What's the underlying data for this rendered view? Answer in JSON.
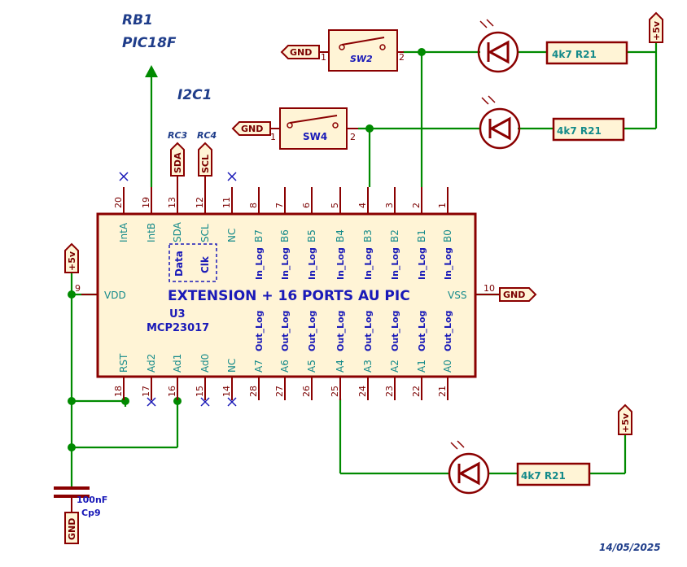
{
  "nets": {
    "rb1": "RB1",
    "pic": "PIC18F",
    "i2c": "I2C1",
    "rc3": "RC3",
    "rc4": "RC4",
    "sda": "SDA",
    "scl": "SCL",
    "gnd": "GND",
    "v5": "+5v",
    "date": "14/05/2025"
  },
  "chip": {
    "title": "EXTENSION + 16 PORTS AU PIC",
    "ref": "U3",
    "part": "MCP23017",
    "vdd": "VDD",
    "vss": "VSS",
    "vdd_pin": "9",
    "vss_pin": "10",
    "data": "Data",
    "clk": "Clk",
    "top_pins": [
      {
        "num": "20",
        "name": "IntA"
      },
      {
        "num": "19",
        "name": "IntB"
      },
      {
        "num": "13",
        "name": "SDA"
      },
      {
        "num": "12",
        "name": "SCL"
      },
      {
        "num": "11",
        "name": "NC"
      },
      {
        "num": "8",
        "name": "B7"
      },
      {
        "num": "7",
        "name": "B6"
      },
      {
        "num": "6",
        "name": "B5"
      },
      {
        "num": "5",
        "name": "B4"
      },
      {
        "num": "4",
        "name": "B3"
      },
      {
        "num": "3",
        "name": "B2"
      },
      {
        "num": "2",
        "name": "B1"
      },
      {
        "num": "1",
        "name": "B0"
      }
    ],
    "bottom_pins": [
      {
        "num": "18",
        "name": "RST"
      },
      {
        "num": "17",
        "name": "Ad2"
      },
      {
        "num": "16",
        "name": "Ad1"
      },
      {
        "num": "15",
        "name": "Ad0"
      },
      {
        "num": "14",
        "name": "NC"
      },
      {
        "num": "28",
        "name": "A7"
      },
      {
        "num": "27",
        "name": "A6"
      },
      {
        "num": "26",
        "name": "A5"
      },
      {
        "num": "25",
        "name": "A4"
      },
      {
        "num": "24",
        "name": "A3"
      },
      {
        "num": "23",
        "name": "A2"
      },
      {
        "num": "22",
        "name": "A1"
      },
      {
        "num": "21",
        "name": "A0"
      }
    ],
    "in_log": "In_Log",
    "out_log": "Out_Log"
  },
  "switches": [
    {
      "label": "SW2",
      "p1": "1",
      "p2": "2"
    },
    {
      "label": "SW4",
      "p1": "1",
      "p2": "2"
    }
  ],
  "resistor_label": "4k7 R21",
  "capacitor": {
    "value": "100nF",
    "ref": "Cp9"
  }
}
